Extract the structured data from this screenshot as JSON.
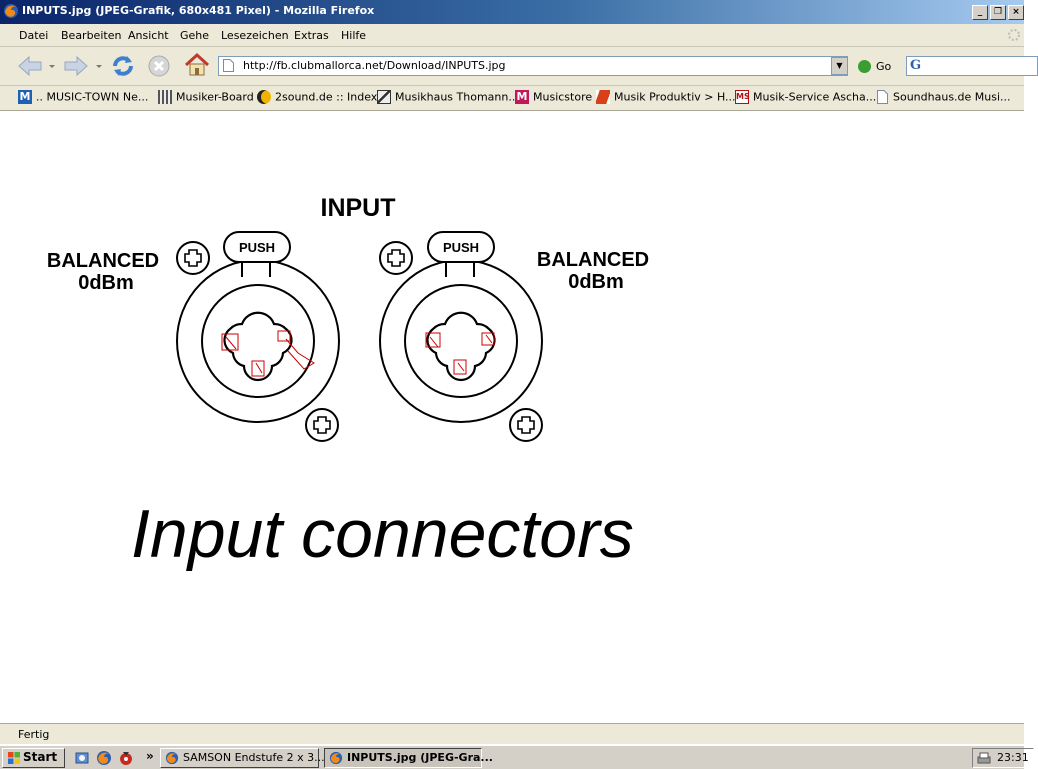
{
  "window": {
    "title": "INPUTS.jpg (JPEG-Grafik, 680x481 Pixel) - Mozilla Firefox",
    "buttons": [
      "_",
      "❐",
      "×"
    ]
  },
  "menu": [
    "Datei",
    "Bearbeiten",
    "Ansicht",
    "Gehe",
    "Lesezeichen",
    "Extras",
    "Hilfe"
  ],
  "navigation": {
    "url": "http://fb.clubmallorca.net/Download/INPUTS.jpg",
    "go_label": "Go",
    "search_icon": "google-g-icon"
  },
  "bookmarks": [
    {
      "label": ".. MUSIC-TOWN Ne...",
      "icon": "music-town-icon",
      "color": "#1f5fb4"
    },
    {
      "label": "Musiker-Board",
      "icon": "musiker-board-icon",
      "color": "#555555"
    },
    {
      "label": "2sound.de :: Index",
      "icon": "2sound-icon",
      "color": "#f0b400"
    },
    {
      "label": "Musikhaus Thomann...",
      "icon": "thomann-icon",
      "color": "#333333"
    },
    {
      "label": "Musicstore",
      "icon": "musicstore-icon",
      "color": "#c0185a"
    },
    {
      "label": "Musik Produktiv > H...",
      "icon": "musik-produktiv-icon",
      "color": "#d8401a"
    },
    {
      "label": "Musik-Service Ascha...",
      "icon": "musik-service-icon",
      "color": "#b01010"
    },
    {
      "label": "Soundhaus.de Musi...",
      "icon": "page-icon",
      "color": "#ffffff"
    }
  ],
  "image": {
    "heading": "INPUT",
    "left_label_line1": "BALANCED",
    "left_label_line2": "0dBm",
    "right_label_line1": "BALANCED",
    "right_label_line2": "0dBm",
    "push_label": "PUSH",
    "caption": "Input connectors"
  },
  "status": "Fertig",
  "taskbar": {
    "start_label": "Start",
    "overflow": "»",
    "tasks": [
      {
        "label": "SAMSON Endstufe 2 x 3...",
        "active": false
      },
      {
        "label": "INPUTS.jpg (JPEG-Gra...",
        "active": true
      }
    ],
    "clock": "23:31"
  },
  "colors": {
    "titlebar": "#0a246a",
    "chrome": "#ece9d8",
    "annotation": "#cc0000"
  }
}
